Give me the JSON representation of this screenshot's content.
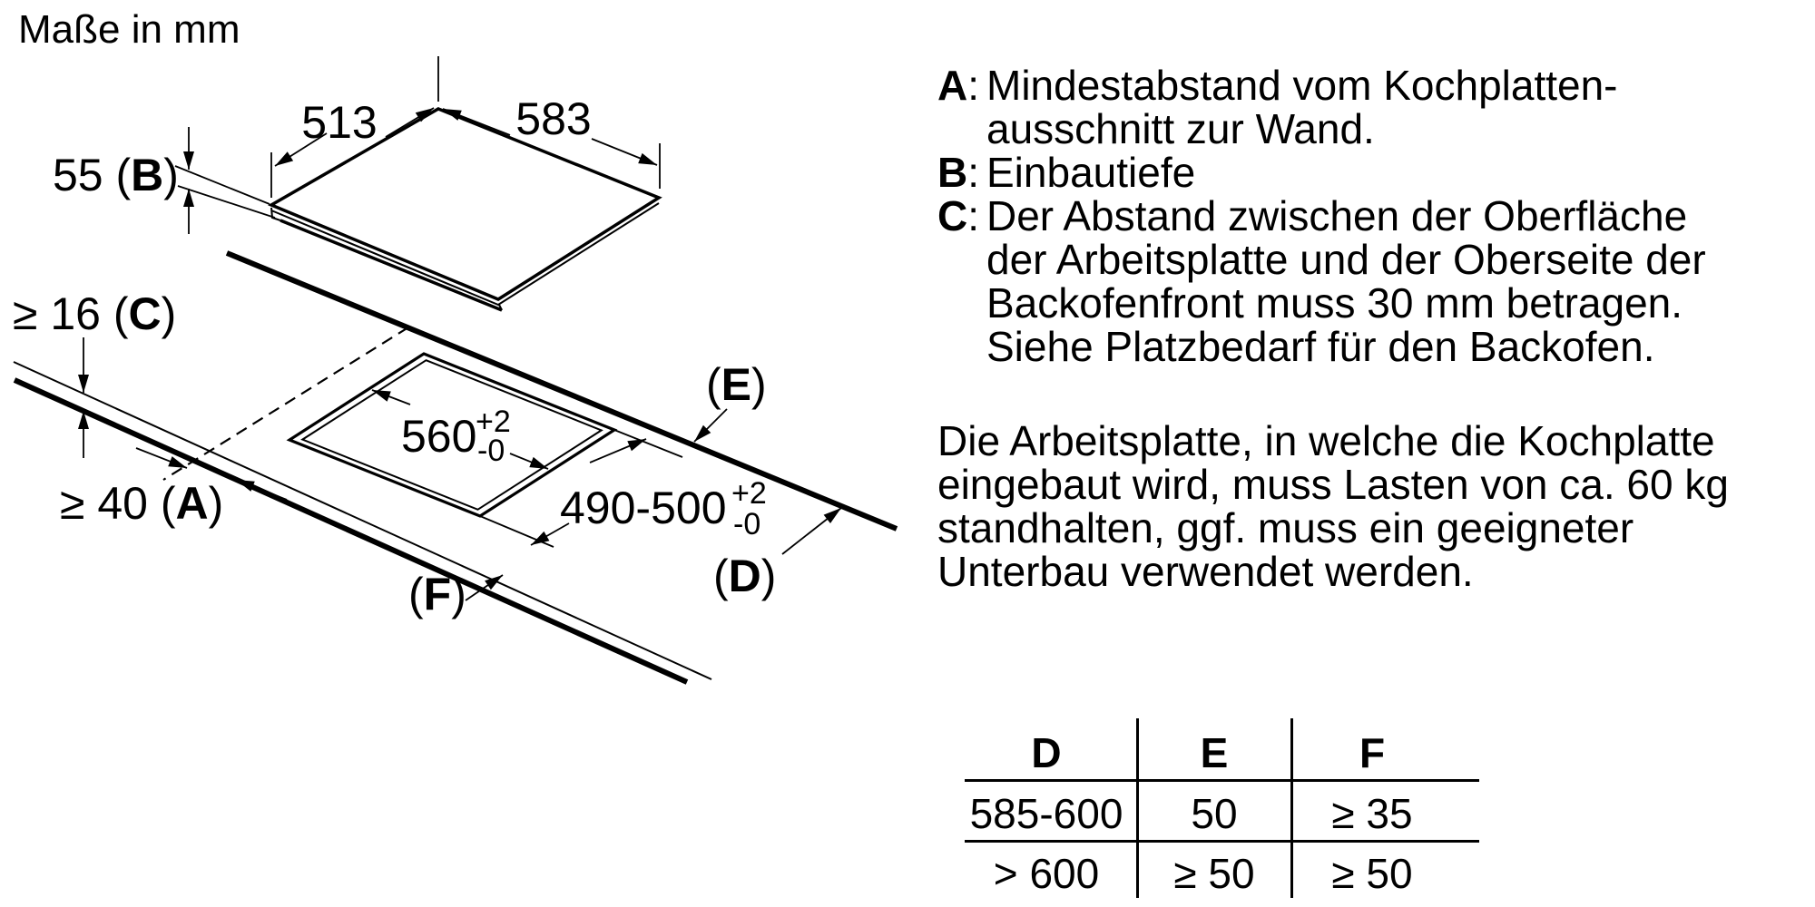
{
  "title": "Maße in mm",
  "diagram": {
    "dim_width_left": "513",
    "dim_width_right": "583",
    "dim_b": {
      "pre": "55 (",
      "letter": "B",
      "post": ")"
    },
    "dim_c": {
      "pre": "≥ 16 (",
      "letter": "C",
      "post": ")"
    },
    "dim_a": {
      "pre": "≥ 40 (",
      "letter": "A",
      "post": ")"
    },
    "dim_cutout_width": {
      "value": "560",
      "tol_plus": "+2",
      "tol_minus": "-0"
    },
    "dim_cutout_depth": {
      "value": "490-500",
      "tol_plus": "+2",
      "tol_minus": "-0"
    },
    "label_e": {
      "pre": "(",
      "letter": "E",
      "post": ")"
    },
    "label_d": {
      "pre": "(",
      "letter": "D",
      "post": ")"
    },
    "label_f": {
      "pre": "(",
      "letter": "F",
      "post": ")"
    }
  },
  "legend": {
    "colon": ":",
    "items": [
      {
        "key": "A",
        "text": "Mindestabstand vom Kochplatten-"
      },
      {
        "text": "ausschnitt zur Wand."
      },
      {
        "key": "B",
        "text": "Einbautiefe"
      },
      {
        "key": "C",
        "text": "Der Abstand zwischen der Oberfläche"
      },
      {
        "text": "der Arbeitsplatte und der Oberseite der"
      },
      {
        "text": "Backofenfront muss 30 mm betragen."
      },
      {
        "text": "Siehe Platzbedarf für den Backofen."
      }
    ]
  },
  "note": {
    "lines": [
      "Die Arbeitsplatte, in welche die Kochplatte",
      "eingebaut wird, muss Lasten von ca. 60 kg",
      "standhalten, ggf. muss ein geeigneter",
      "Unterbau verwendet werden."
    ]
  },
  "table": {
    "headers": [
      "D",
      "E",
      "F"
    ],
    "rows": [
      [
        "585-600",
        "50",
        "≥ 35"
      ],
      [
        "> 600",
        "≥ 50",
        "≥ 50"
      ]
    ]
  },
  "colors": {
    "ink": "#000000",
    "background": "#ffffff"
  }
}
